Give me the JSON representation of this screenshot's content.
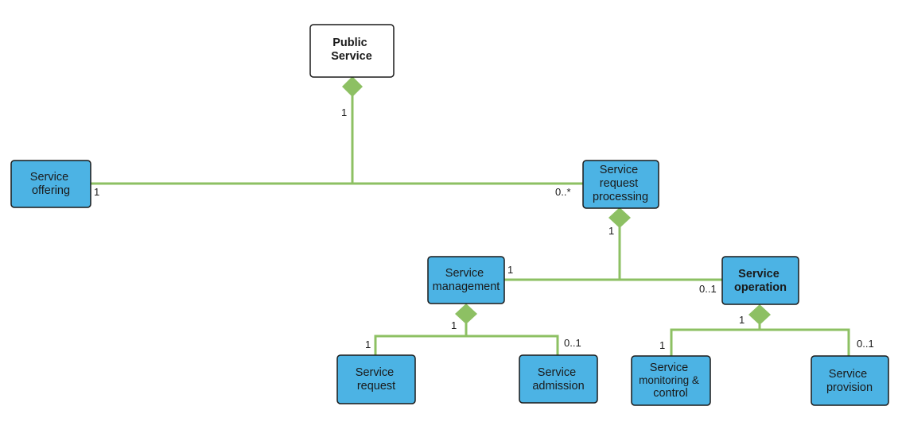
{
  "nodes": [
    {
      "id": "public-service",
      "lines": [
        "Public",
        "Service"
      ],
      "bold": true,
      "style": "plain"
    },
    {
      "id": "service-offering",
      "lines": [
        "Service",
        "offering"
      ],
      "bold": false,
      "style": "blue"
    },
    {
      "id": "service-request-processing",
      "lines": [
        "Service",
        "request",
        "processing"
      ],
      "bold": false,
      "style": "blue"
    },
    {
      "id": "service-management",
      "lines": [
        "Service",
        "management"
      ],
      "bold": false,
      "style": "blue"
    },
    {
      "id": "service-operation",
      "lines": [
        "Service",
        "operation"
      ],
      "bold": true,
      "style": "blue"
    },
    {
      "id": "service-request",
      "lines": [
        "Service",
        "request"
      ],
      "bold": false,
      "style": "blue"
    },
    {
      "id": "service-admission",
      "lines": [
        "Service",
        "admission"
      ],
      "bold": false,
      "style": "blue"
    },
    {
      "id": "service-monitoring-control",
      "lines": [
        "Service",
        "monitoring &",
        "control"
      ],
      "bold": false,
      "style": "blue"
    },
    {
      "id": "service-provision",
      "lines": [
        "Service",
        "provision"
      ],
      "bold": false,
      "style": "blue"
    }
  ],
  "multiplicities": {
    "public_service_whole": "1",
    "offering_end": "1",
    "processing_end": "0..*",
    "processing_whole": "1",
    "management_end": "1",
    "operation_end": "0..1",
    "management_whole": "1",
    "request_end": "1",
    "admission_end": "0..1",
    "operation_whole": "1",
    "monitoring_end": "1",
    "provision_end": "0..1"
  },
  "colors": {
    "node_fill": "#4cb3e4",
    "plain_fill": "#ffffff",
    "node_stroke": "#1a1a1a",
    "connector": "#8dc063"
  }
}
